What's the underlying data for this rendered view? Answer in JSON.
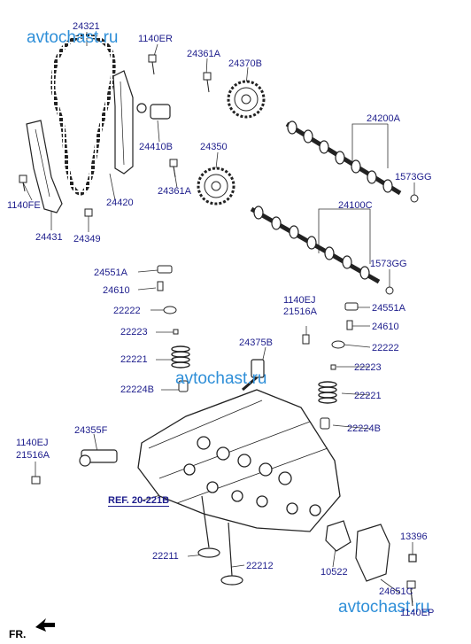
{
  "watermark": "avtochast.ru",
  "direction_label": "FR.",
  "ref_label": "REF. 20-221B",
  "labels": {
    "p24321": "24321",
    "p1140ER": "1140ER",
    "p24361A_top": "24361A",
    "p24370B": "24370B",
    "p24200A": "24200A",
    "p24410B": "24410B",
    "p24350": "24350",
    "p24361A_mid": "24361A",
    "p1573GG_top": "1573GG",
    "p1140FE": "1140FE",
    "p24420": "24420",
    "p24100C": "24100C",
    "p24431": "24431",
    "p24349": "24349",
    "p1573GG_bot": "1573GG",
    "p24551A_left": "24551A",
    "p24610_left": "24610",
    "p1140EJ_right": "1140EJ",
    "p21516A_right": "21516A",
    "p24551A_right": "24551A",
    "p22222_left": "22222",
    "p24610_right": "24610",
    "p22223_left": "22223",
    "p24375B": "24375B",
    "p22222_right": "22222",
    "p22221_left": "22221",
    "p22223_right": "22223",
    "p22224B_left": "22224B",
    "p22221_right": "22221",
    "p22224B_right": "22224B",
    "p1140EJ_left": "1140EJ",
    "p21516A_left": "21516A",
    "p24355F": "24355F",
    "p13396": "13396",
    "p22211": "22211",
    "p22212": "22212",
    "p10522": "10522",
    "p24651C": "24651C",
    "p1140EP": "1140EP"
  }
}
